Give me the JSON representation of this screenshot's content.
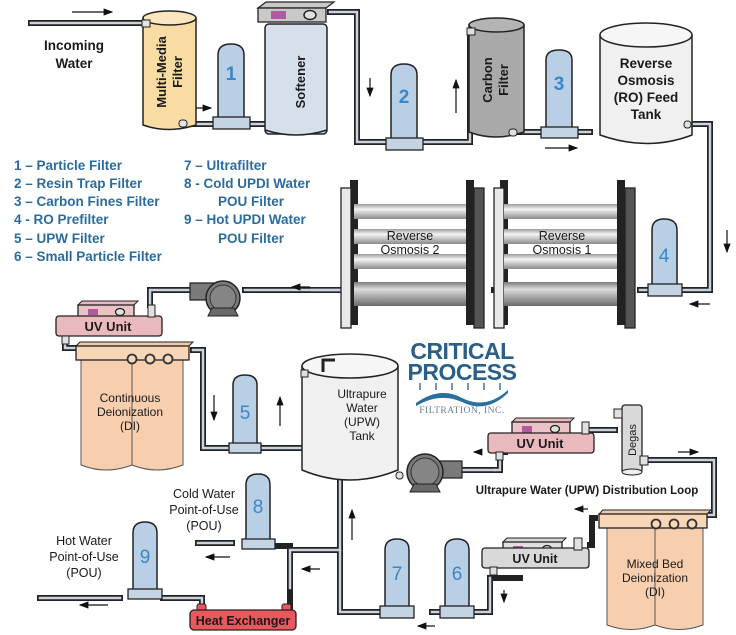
{
  "title": "Ultrapure Water Treatment Process Diagram",
  "colors": {
    "legend_text": "#2b6c9e",
    "filter_housing": "#b9cfe6",
    "multimedia_filter": "#f8dca4",
    "softener": "#d5e0ea",
    "carbon_filter": "#a9a9a9",
    "tank": "#f0f0f0",
    "uv_unit": "#e9b9bd",
    "deionization": "#f8cfae",
    "heat_exchanger": "#e8585c",
    "pump": "#7a7a7a",
    "logo": "#2a5f86"
  },
  "legend": {
    "col1": [
      "1 – Particle Filter",
      "2 – Resin Trap Filter",
      "3 – Carbon Fines Filter",
      "4 - RO Prefilter",
      "5 – UPW Filter",
      "6 – Small Particle Filter"
    ],
    "col2": [
      "7 – Ultrafilter",
      "8 - Cold UPDI Water",
      "POU Filter",
      "9 – Hot UPDI Water",
      "POU Filter"
    ]
  },
  "labels": {
    "incoming_water": [
      "Incoming",
      "Water"
    ],
    "multimedia_filter": [
      "Multi-Media",
      "Filter"
    ],
    "softener": "Softener",
    "carbon_filter": [
      "Carbon",
      "Filter"
    ],
    "ro_feed_tank": [
      "Reverse",
      "Osmosis",
      "(RO) Feed",
      "Tank"
    ],
    "ro2": [
      "Reverse",
      "Osmosis 2"
    ],
    "ro1": [
      "Reverse",
      "Osmosis 1"
    ],
    "uv_unit_1": "UV Unit",
    "uv_unit_2": "UV Unit",
    "uv_unit_3": "UV Unit",
    "continuous_di": [
      "Continuous",
      "Deionization",
      "(DI)"
    ],
    "upw_tank": [
      "Ultrapure",
      "Water",
      "(UPW)",
      "Tank"
    ],
    "degas": "Degas",
    "distribution_loop": "Ultrapure Water (UPW) Distribution Loop",
    "mixed_bed_di": [
      "Mixed Bed",
      "Deionization",
      "(DI)"
    ],
    "cold_pou": [
      "Cold Water",
      "Point-of-Use",
      "(POU)"
    ],
    "hot_pou": [
      "Hot Water",
      "Point-of-Use",
      "(POU)"
    ],
    "heat_exchanger": "Heat Exchanger"
  },
  "filters": {
    "f1": "1",
    "f2": "2",
    "f3": "3",
    "f4": "4",
    "f5": "5",
    "f6": "6",
    "f7": "7",
    "f8": "8",
    "f9": "9"
  },
  "logo": {
    "line1": "CRITICAL",
    "line2": "PROCESS",
    "line3": "FILTRATION, INC."
  }
}
